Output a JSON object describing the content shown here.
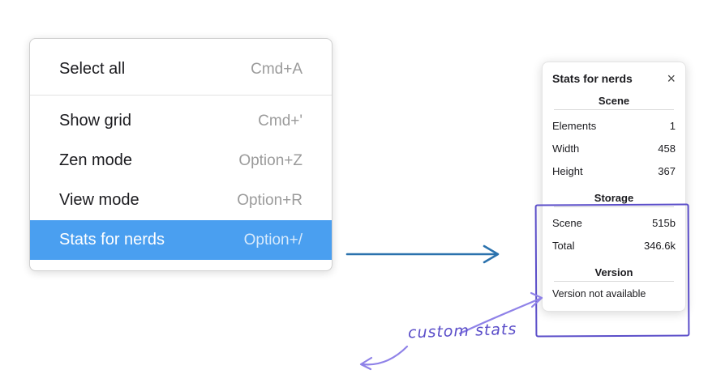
{
  "colors": {
    "menu_highlight": "#4a9ff0",
    "arrow_blue": "#2b72ad",
    "annotation_purple": "#5b4ec9",
    "annotation_light_purple": "#8f82e8"
  },
  "menu": {
    "items": [
      {
        "label": "Select all",
        "shortcut": "Cmd+A"
      },
      {
        "label": "Show grid",
        "shortcut": "Cmd+'"
      },
      {
        "label": "Zen mode",
        "shortcut": "Option+Z"
      },
      {
        "label": "View mode",
        "shortcut": "Option+R"
      },
      {
        "label": "Stats for nerds",
        "shortcut": "Option+/"
      }
    ]
  },
  "panel": {
    "title": "Stats for nerds",
    "close_label": "×",
    "sections": [
      {
        "heading": "Scene",
        "rows": [
          {
            "label": "Elements",
            "value": "1"
          },
          {
            "label": "Width",
            "value": "458"
          },
          {
            "label": "Height",
            "value": "367"
          }
        ]
      },
      {
        "heading": "Storage",
        "rows": [
          {
            "label": "Scene",
            "value": "515b"
          },
          {
            "label": "Total",
            "value": "346.6k"
          }
        ]
      },
      {
        "heading": "Version",
        "note": "Version not available"
      }
    ]
  },
  "annotations": {
    "custom_stats_label": "custom stats"
  }
}
